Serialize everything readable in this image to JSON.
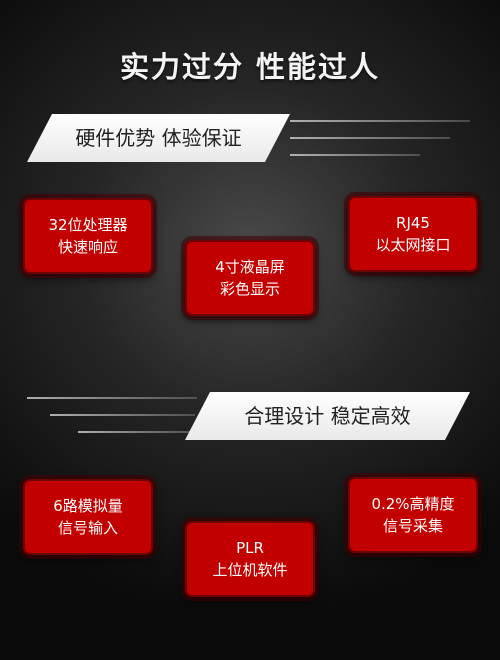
{
  "title": "实力过分 性能过人",
  "banner1": {
    "text": "硬件优势 体验保证"
  },
  "banner2": {
    "text": "合理设计 稳定高效"
  },
  "features": [
    {
      "line1": "32位处理器",
      "line2": "快速响应"
    },
    {
      "line1": "4寸液晶屏",
      "line2": "彩色显示"
    },
    {
      "line1": "RJ45",
      "line2": "以太网接口"
    },
    {
      "line1": "6路模拟量",
      "line2": "信号输入"
    },
    {
      "line1": "PLR",
      "line2": "上位机软件"
    },
    {
      "line1": "0.2%高精度",
      "line2": "信号采集"
    }
  ],
  "colors": {
    "card_red": "#c30000",
    "card_border": "#6e0303",
    "banner_white": "#ffffff"
  }
}
